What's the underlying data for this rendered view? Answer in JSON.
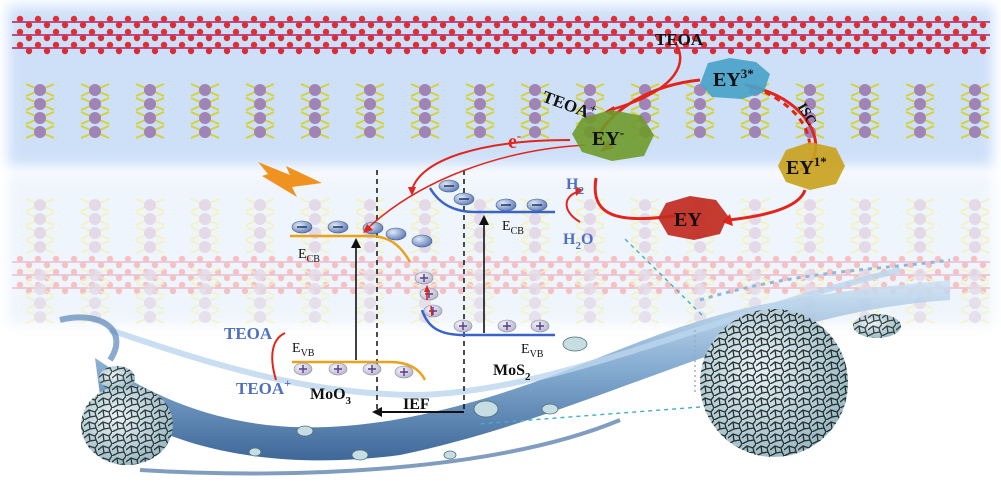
{
  "labels": {
    "teoa_top": "TEOA",
    "teoa_oxidized_top": "TEOA",
    "teoa_oxidized_top_sup": "+",
    "electron": "e",
    "electron_sup": "-",
    "ey3": "EY",
    "ey3_sup": "3*",
    "ey_radical": "EY",
    "ey_radical_sup": "-",
    "ey1": "EY",
    "ey1_sup": "1*",
    "ey": "EY",
    "isc": "ISC",
    "h2": "H",
    "h2_sub": "2",
    "h2o": "H",
    "h2o_sub": "2",
    "h2o_tail": "O",
    "ecb_left": "E",
    "ecb_left_sub": "CB",
    "ecb_right": "E",
    "ecb_right_sub": "CB",
    "evb_left": "E",
    "evb_left_sub": "VB",
    "evb_right": "E",
    "evb_right_sub": "VB",
    "teoa_bottom": "TEOA",
    "teoa_bottom_ox": "TEOA",
    "teoa_bottom_ox_sup": "+",
    "moo3": "MoO",
    "moo3_sub": "3",
    "mos2": "MoS",
    "mos2_sub": "2",
    "ief": "IEF"
  },
  "colors": {
    "red": "#e3241b",
    "blue": "#3a63c9",
    "orange": "#e8a31a",
    "ey3": "#4aa3c9",
    "ey_radical": "#6f9a2a",
    "ey1": "#c9a21e",
    "ey": "#c22a20",
    "label_blue": "#4e6fc2",
    "bolt": "#f0921f"
  },
  "icons": [
    "lightning-icon",
    "electron-ball",
    "hole-plus",
    "nanoflower-sphere"
  ]
}
